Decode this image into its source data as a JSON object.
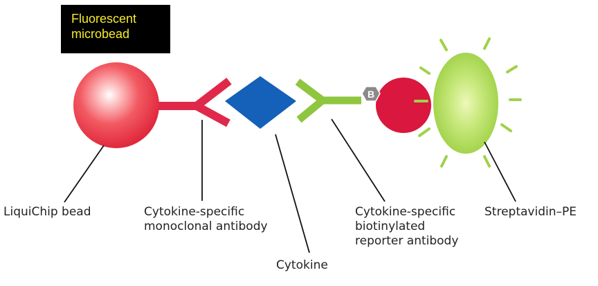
{
  "callout": {
    "line1": "Fluorescent",
    "line2": "microbead"
  },
  "badge": {
    "letter": "B"
  },
  "labels": {
    "bead": "LiquiChip bead",
    "capture_antibody": [
      "Cytokine-specific",
      "monoclonal antibody"
    ],
    "cytokine": "Cytokine",
    "reporter_antibody": [
      "Cytokine-specific",
      "biotinylated",
      "reporter antibody"
    ],
    "streptavidin": "Streptavidin–PE"
  },
  "colors": {
    "bead": "#f04a58",
    "capture_antibody": "#e0294a",
    "cytokine": "#1560b8",
    "reporter_antibody": "#8fc63f",
    "biotin": "#8a8a8a",
    "streptavidin": "#d9173f",
    "pe": "#b5e05a",
    "callout_text": "#f4ec2b"
  }
}
